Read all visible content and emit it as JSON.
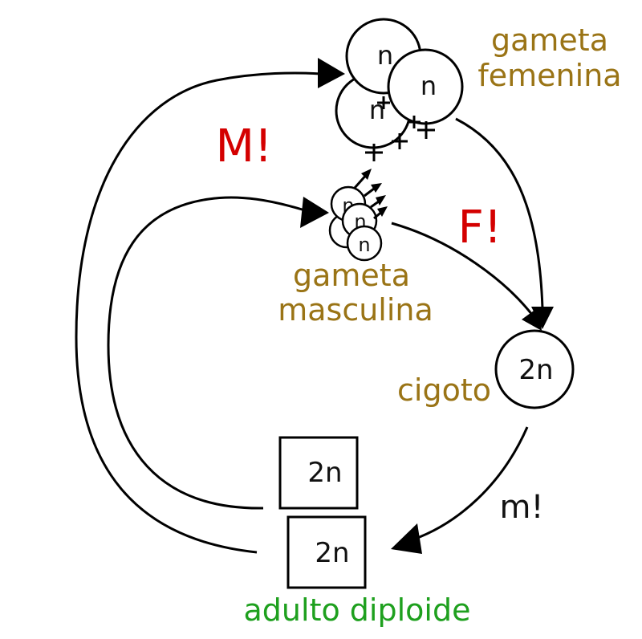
{
  "labels": {
    "gameta_femenina_1": "gameta",
    "gameta_femenina_2": "femenina",
    "gameta_masculina_1": "gameta",
    "gameta_masculina_2": "masculina",
    "cigoto": "cigoto",
    "adulto_diploide": "adulto diploide",
    "M": "M!",
    "F": "F!",
    "m": "m!"
  },
  "cells": {
    "haploid": "n",
    "diploid": "2n"
  },
  "colors": {
    "gamete_label": "#9a7416",
    "stage_marker": "#d40000",
    "adult_label": "#1ea01e",
    "meiosis_marker": "#111111"
  }
}
